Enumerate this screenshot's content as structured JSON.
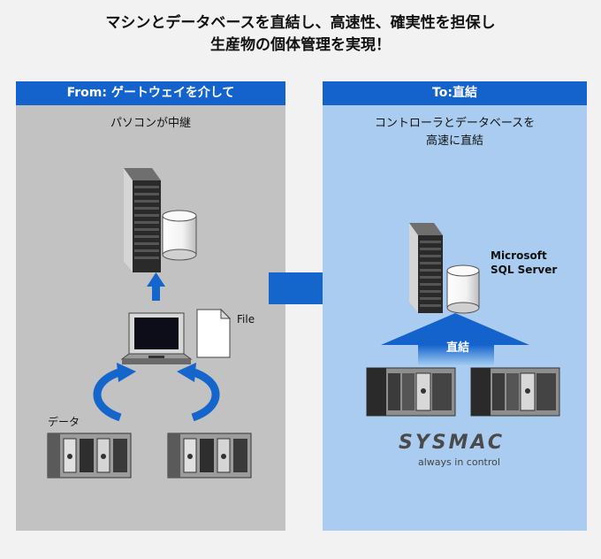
{
  "title": {
    "line1": "マシンとデータベースを直結し、高速性、確実性を担保し",
    "line2": "生産物の個体管理を実現！"
  },
  "left_panel": {
    "header": "From: ゲートウェイを介して",
    "subtitle": "パソコンが中継",
    "file_label": "File",
    "data_label": "データ"
  },
  "right_panel": {
    "header": "To:直結",
    "subtitle_line1": "コントローラとデータベースを",
    "subtitle_line2": "高速に直結",
    "db_label_line1": "Microsoft",
    "db_label_line2": "SQL Server",
    "direct_label": "直結",
    "brand": "SYSMAC",
    "tagline": "always in control"
  },
  "colors": {
    "header_blue": "#1463cd",
    "left_bg": "#c2c2c2",
    "right_bg": "#aaccf0",
    "arrow_blue": "#1466cc"
  }
}
